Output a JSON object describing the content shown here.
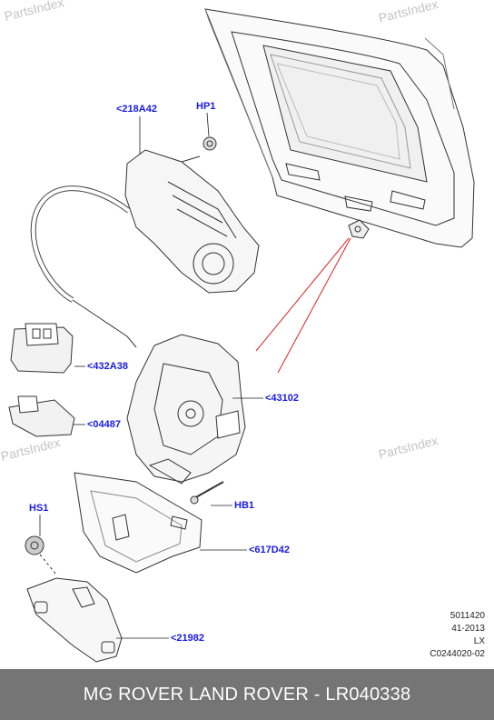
{
  "watermarks": [
    "PartsIndex",
    "PartsIndex",
    "PartsIndex",
    "PartsIndex"
  ],
  "callouts": {
    "c218A42": "<218A42",
    "hp1": "HP1",
    "c432A38": "<432A38",
    "c43102": "<43102",
    "c04487": "<04487",
    "hb1": "HB1",
    "hs1": "HS1",
    "c617D42": "<617D42",
    "c21982": "<21982"
  },
  "reference": {
    "line1": "5011420",
    "line2": "41-2013",
    "line3": "LX",
    "line4": "C0244020-02"
  },
  "footer": {
    "title": "MG ROVER LAND ROVER - LR040338"
  },
  "colors": {
    "callout_text": "#1a1ae6",
    "leader_line": "#e02020",
    "footer_bg": "#757575"
  }
}
